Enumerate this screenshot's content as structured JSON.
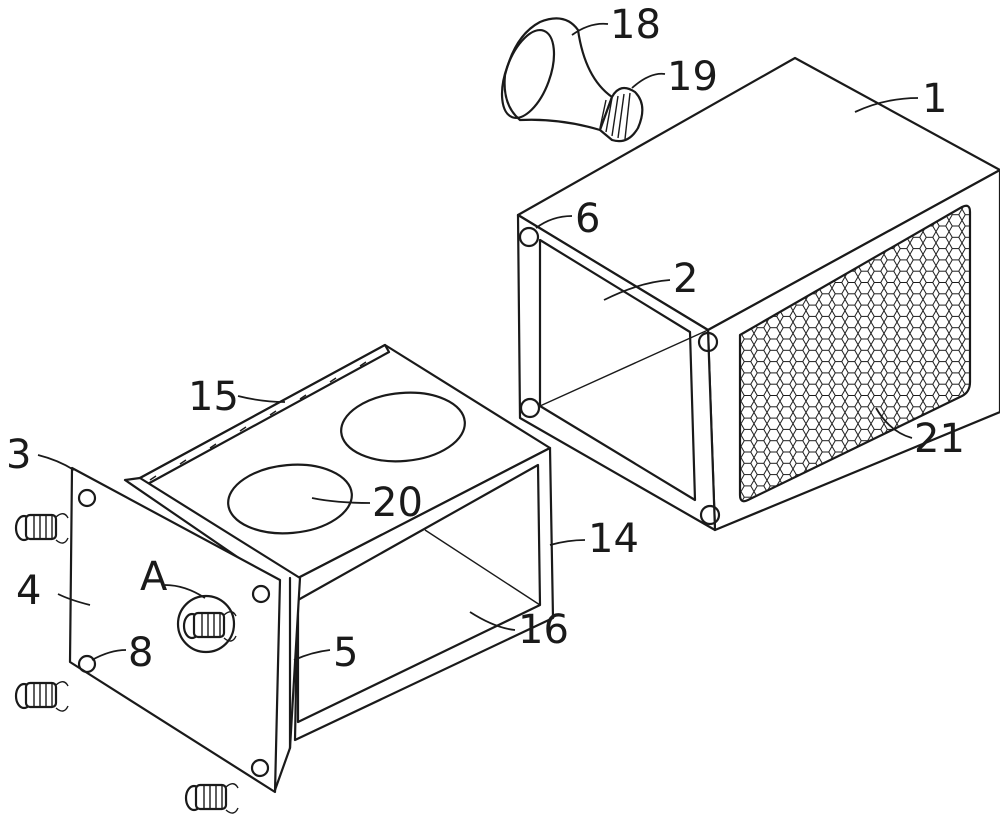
{
  "labels": {
    "l1": "1",
    "l2": "2",
    "l3": "3",
    "l4": "4",
    "l5": "5",
    "l6": "6",
    "l8": "8",
    "l14": "14",
    "l15": "15",
    "l16": "16",
    "l18": "18",
    "l19": "19",
    "l20": "20",
    "l21": "21",
    "lA": "A"
  },
  "colors": {
    "line": "#1a1a1a",
    "background": "#ffffff"
  },
  "icons": [
    "hex-mesh-icon",
    "connector-knob-icon",
    "funnel-icon"
  ]
}
